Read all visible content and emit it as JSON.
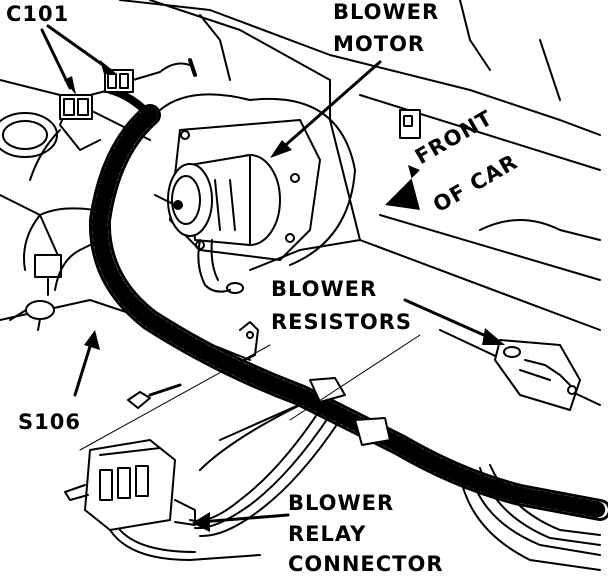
{
  "labels": {
    "c101": "C101",
    "blower_motor": [
      "BLOWER",
      "MOTOR"
    ],
    "front_of_car": [
      "FRONT",
      "OF CAR"
    ],
    "blower_resistors": [
      "BLOWER",
      "RESISTORS"
    ],
    "s106": "S106",
    "blower_relay_connector": [
      "BLOWER",
      "RELAY",
      "CONNECTOR"
    ]
  },
  "colors": {
    "line": "#000000",
    "background": "#ffffff"
  }
}
